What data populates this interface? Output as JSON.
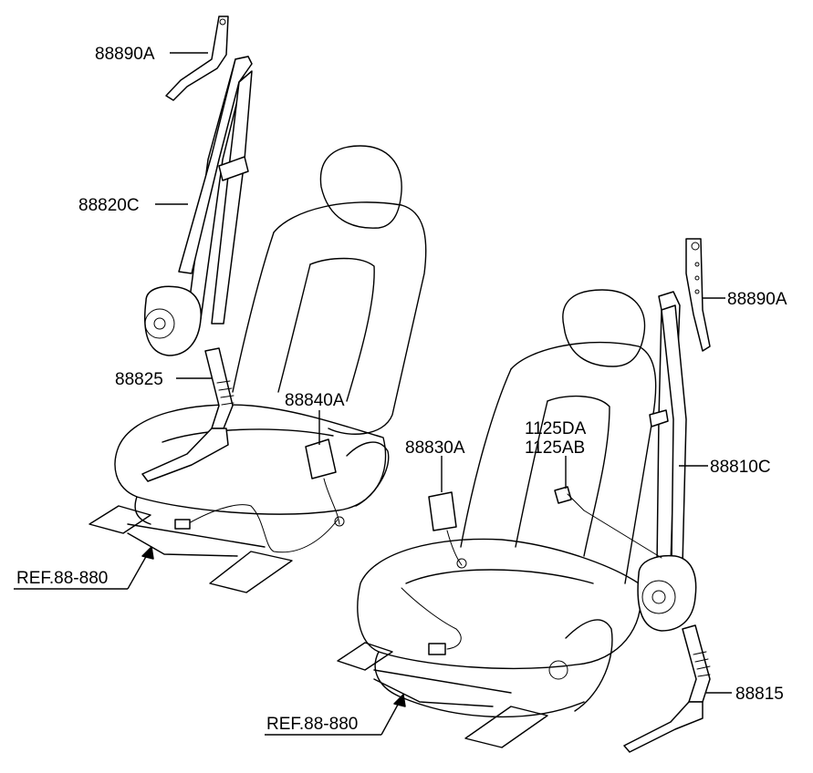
{
  "callouts": {
    "anchor_upper_left": "88890A",
    "belt_front_left": "88820C",
    "pretensioner_left": "88825",
    "buckle_left": "88840A",
    "anchor_upper_right": "88890A",
    "belt_front_right": "88810C",
    "bolt_a": "1125DA",
    "bolt_b": "1125AB",
    "buckle_right": "88830A",
    "pretensioner_right": "88815",
    "ref_left": "REF.88-880",
    "ref_right": "REF.88-880"
  }
}
